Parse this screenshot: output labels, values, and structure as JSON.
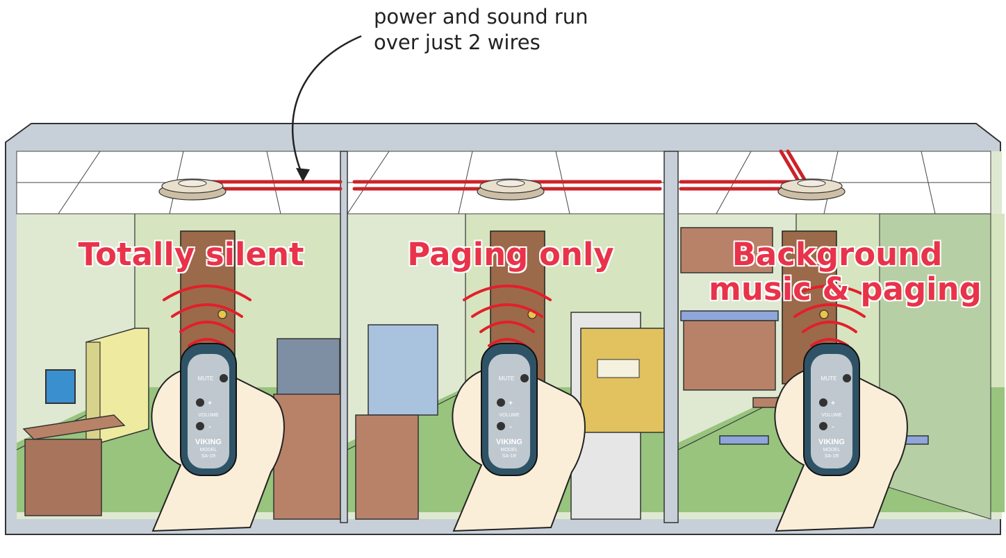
{
  "caption": {
    "line1": "power and sound run",
    "line2": "over just 2 wires"
  },
  "rooms": [
    {
      "label_lines": [
        "Totally silent"
      ],
      "setting": "silent"
    },
    {
      "label_lines": [
        "Paging only"
      ],
      "setting": "paging"
    },
    {
      "label_lines": [
        "Background",
        "music & paging"
      ],
      "setting": "music-and-paging"
    }
  ],
  "remote": {
    "mute": "MUTE",
    "plus": "+",
    "volume": "VOLUME",
    "minus": "-",
    "brand": "VIKING",
    "model_label": "MODEL",
    "model": "SA-1R"
  },
  "colors": {
    "frame": "#c7d0d8",
    "wall": "#d6e4bf",
    "floor": "#98c47e",
    "wire": "#cc2229",
    "label": "#e8334a",
    "door": "#9b6a4a",
    "remote_body": "#2f5366",
    "remote_face": "#bfc8cf",
    "skin": "#fbeed9"
  }
}
